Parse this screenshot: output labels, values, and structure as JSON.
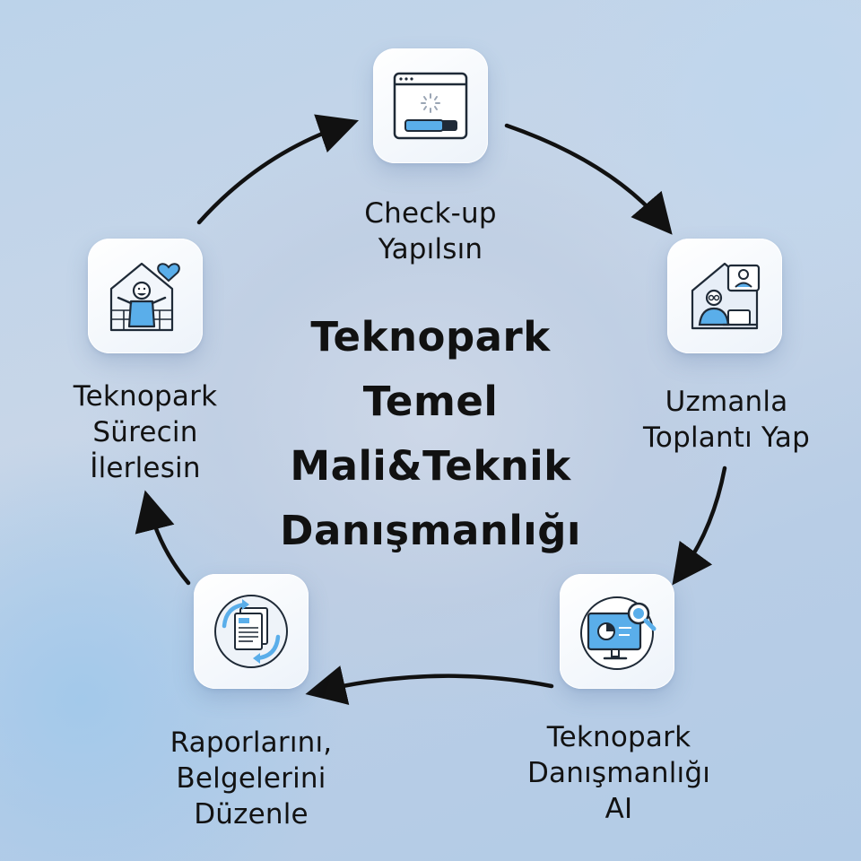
{
  "title_lines": [
    "Teknopark",
    "Temel",
    "Mali&Teknik",
    "Danışmanlığı"
  ],
  "steps": [
    {
      "icon": "browser-loading-icon",
      "lines": [
        "Check-up",
        "Yapılsın"
      ]
    },
    {
      "icon": "video-meeting-icon",
      "lines": [
        "Uzmanla",
        "Toplantı Yap"
      ]
    },
    {
      "icon": "monitor-chart-search-icon",
      "lines": [
        "Teknopark",
        "Danışmanlığı",
        "AI"
      ]
    },
    {
      "icon": "document-sync-icon",
      "lines": [
        "Raporlarını,",
        "Belgelerini",
        "Düzenle"
      ]
    },
    {
      "icon": "happy-person-house-icon",
      "lines": [
        "Teknopark",
        "Sürecin",
        "İlerlesin"
      ]
    }
  ],
  "colors": {
    "accent_blue": "#5aaeea",
    "arrow": "#111111",
    "icon_stroke": "#1f2a37"
  }
}
